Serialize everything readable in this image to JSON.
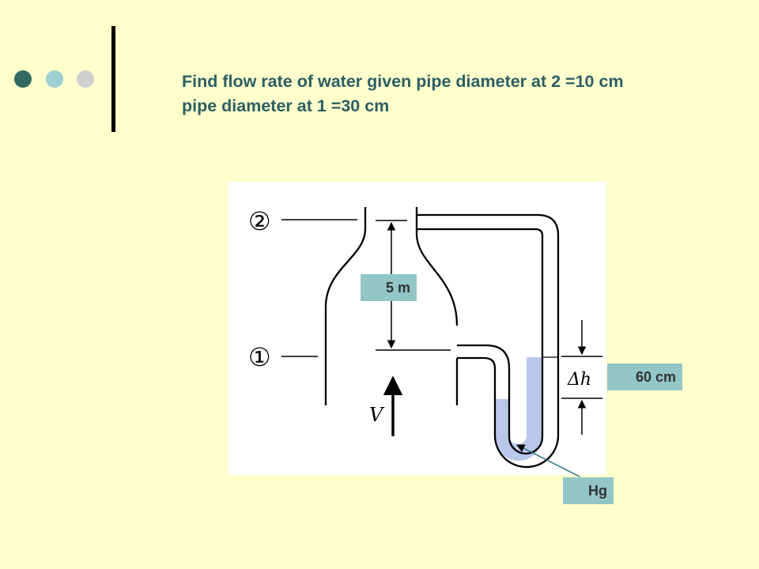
{
  "slide": {
    "title_line1": "Find flow rate of water given pipe diameter at 2 =10 cm",
    "title_line2": "pipe diameter at 1 =30 cm"
  },
  "diagram": {
    "point2_label": "②",
    "point1_label": "①",
    "velocity_label": "V",
    "delta_h_label": "Δh"
  },
  "callouts": {
    "height": "5 m",
    "delta_h_value": "60 cm",
    "fluid": "Hg"
  },
  "colors": {
    "background": "#ffffcc",
    "title": "#2b5f64",
    "callout_fill": "#93c6c7",
    "mercury": "#b9c8ea"
  }
}
